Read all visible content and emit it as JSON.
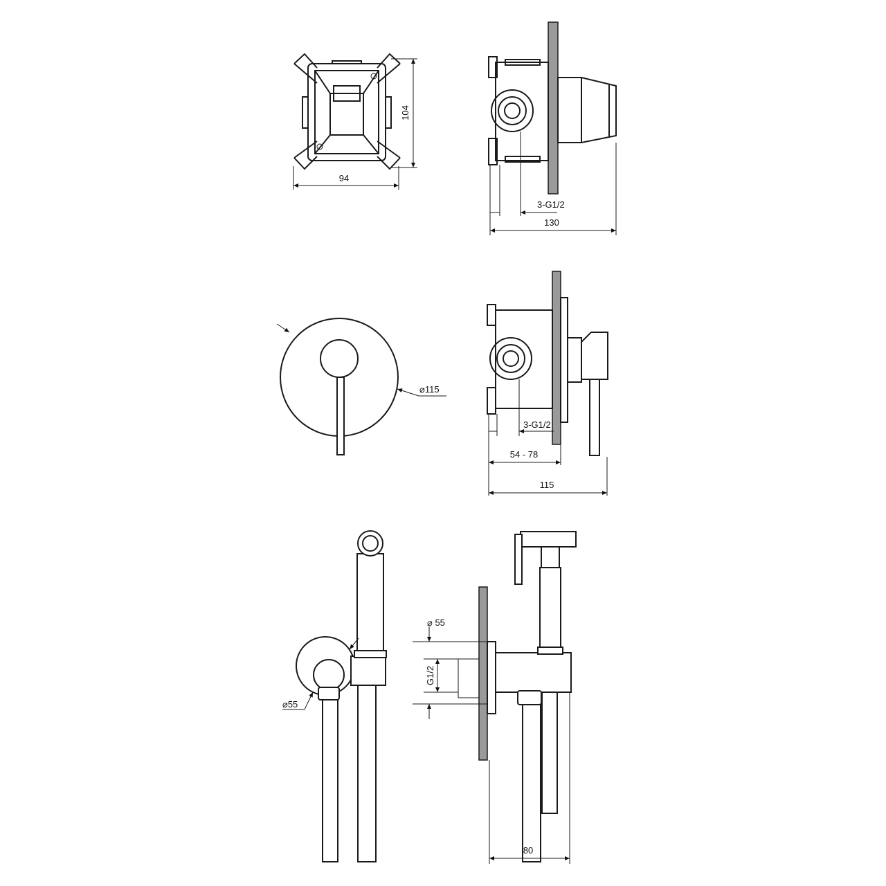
{
  "drawing": {
    "view1_box_front": {
      "height_dim": "104",
      "width_dim": "94"
    },
    "view1_box_side": {
      "thread_dim": "3-G1/2",
      "depth_dim": "130"
    },
    "view2_mixer_front": {
      "diameter_dim": "⌀115"
    },
    "view2_mixer_side": {
      "thread_dim": "3-G1/2",
      "range_dim": "54 - 78",
      "depth_dim": "115"
    },
    "view3_bidet_front": {
      "diameter_dim": "⌀55"
    },
    "view3_bidet_side": {
      "diameter_dim": "⌀ 55",
      "thread_dim": "G1/2",
      "depth_dim": "80"
    }
  },
  "colors": {
    "line": "#1a1a1a",
    "wall": "#9a9a9a",
    "background": "#ffffff"
  }
}
